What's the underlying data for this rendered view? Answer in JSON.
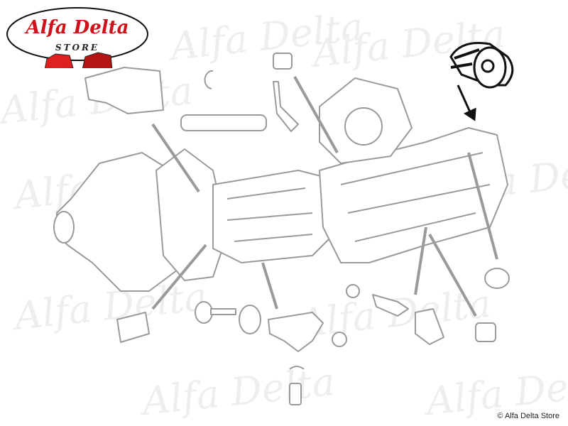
{
  "logo": {
    "title": "Alfa Delta",
    "subtitle": "STORE"
  },
  "watermark_text": "Alfa Delta",
  "copyright": "© Alfa Delta Store",
  "colors": {
    "part_line": "#9a9a9a",
    "highlight": "#111111",
    "logo_red": "#d0101a"
  }
}
